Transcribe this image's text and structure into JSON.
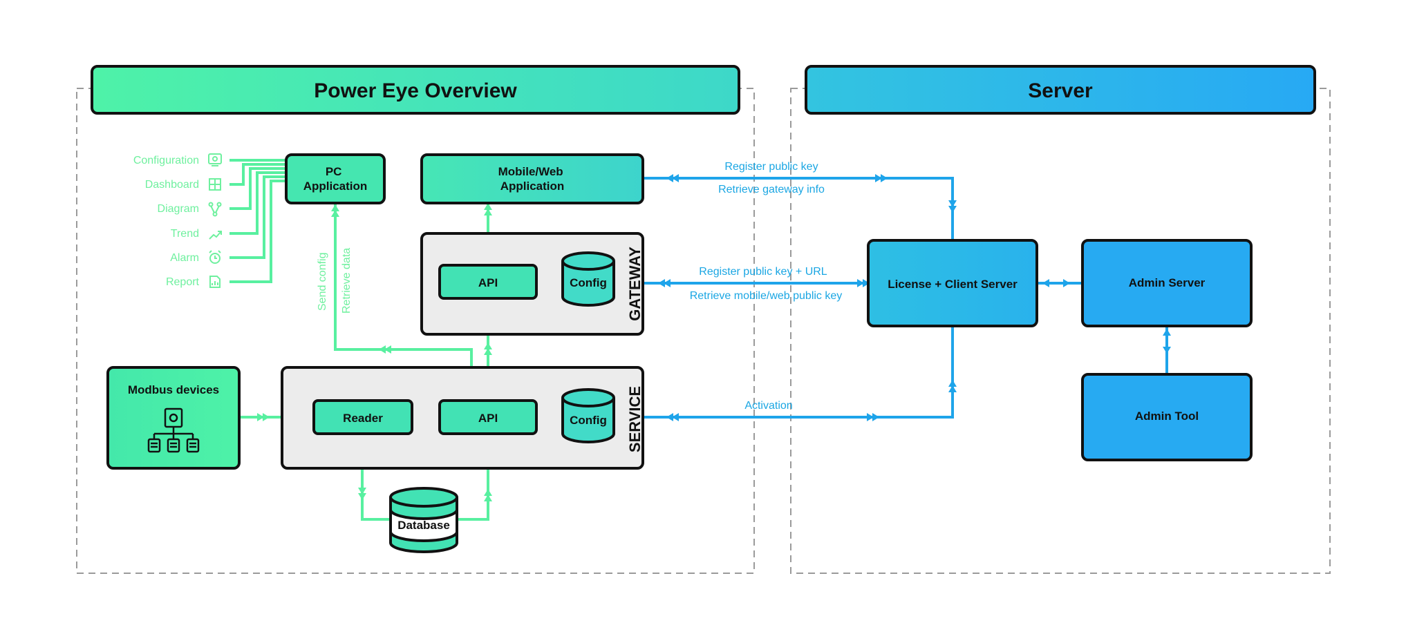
{
  "sections": {
    "left_title": "Power Eye Overview",
    "right_title": "Server"
  },
  "pc_features": [
    {
      "label": "Configuration",
      "icon": "configuration-icon"
    },
    {
      "label": "Dashboard",
      "icon": "dashboard-icon"
    },
    {
      "label": "Diagram",
      "icon": "diagram-icon"
    },
    {
      "label": "Trend",
      "icon": "trend-icon"
    },
    {
      "label": "Alarm",
      "icon": "alarm-icon"
    },
    {
      "label": "Report",
      "icon": "report-icon"
    }
  ],
  "nodes": {
    "pc_app_line1": "PC",
    "pc_app_line2": "Application",
    "mobile_app_line1": "Mobile/Web",
    "mobile_app_line2": "Application",
    "gateway_group": "GATEWAY",
    "gateway_api": "API",
    "gateway_config": "Config",
    "service_group": "SERVICE",
    "service_reader": "Reader",
    "service_api": "API",
    "service_config": "Config",
    "modbus": "Modbus devices",
    "database": "Database",
    "license_server": "License + Client Server",
    "admin_server": "Admin Server",
    "admin_tool": "Admin Tool"
  },
  "connections": {
    "send_config": "Send config",
    "retrieve_data": "Retrieve data",
    "register_public_key": "Register public key",
    "retrieve_gateway_info": "Retrieve gateway info",
    "register_public_key_url": "Register public key + URL",
    "retrieve_mobile_web_public_key": "Retrieve mobile/web public key",
    "activation": "Activation"
  },
  "colors": {
    "green": "#4ef2a8",
    "teal": "#3dd8c4",
    "cyan": "#2bbde6",
    "blue": "#25a9f2",
    "line_blue": "#1ea4ea",
    "line_green": "#58f0a0",
    "label_blue": "#1aa6e3",
    "label_green": "#6ef09e",
    "group_gray": "#ececec"
  }
}
